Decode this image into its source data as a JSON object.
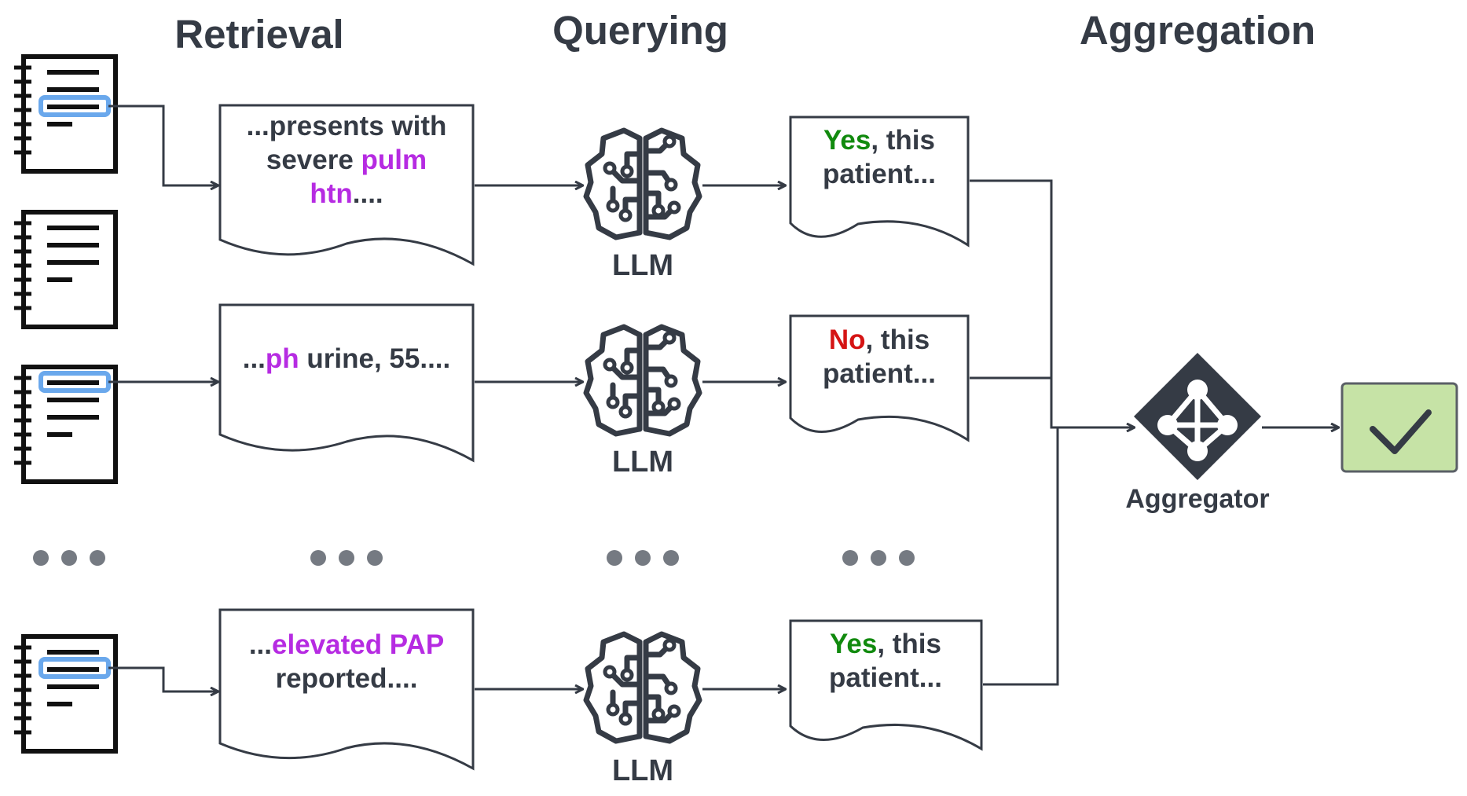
{
  "stages": {
    "retrieval": "Retrieval",
    "querying": "Querying",
    "aggregation": "Aggregation"
  },
  "rows": [
    {
      "snippet": [
        [
          {
            "t": "...presents with",
            "hl": false
          }
        ],
        [
          {
            "t": "severe ",
            "hl": false
          },
          {
            "t": "pulm",
            "hl": true
          }
        ],
        [
          {
            "t": "htn",
            "hl": true
          },
          {
            "t": "....",
            "hl": false
          }
        ]
      ],
      "llm_label": "LLM",
      "answer": {
        "verdict": "Yes",
        "rest": ", this",
        "line2": "patient...",
        "color": "#118a0e"
      }
    },
    {
      "snippet": [
        [
          {
            "t": "...",
            "hl": false
          },
          {
            "t": "ph",
            "hl": true
          },
          {
            "t": " urine, 55....",
            "hl": false
          }
        ]
      ],
      "llm_label": "LLM",
      "answer": {
        "verdict": "No",
        "rest": ", this",
        "line2": "patient...",
        "color": "#d51414"
      }
    },
    {
      "snippet": [
        [
          {
            "t": "...",
            "hl": false
          },
          {
            "t": "elevated PAP",
            "hl": true
          }
        ],
        [
          {
            "t": "reported....",
            "hl": false
          }
        ]
      ],
      "llm_label": "LLM",
      "answer": {
        "verdict": "Yes",
        "rest": ", this",
        "line2": "patient...",
        "color": "#118a0e"
      }
    }
  ],
  "aggregator_label": "Aggregator",
  "colors": {
    "ink": "#353b45",
    "highlight_text": "#b62be2",
    "highlight_box": "#6aa8ec",
    "result_fill": "#c6e3a6",
    "result_stroke": "#5a5f66"
  },
  "icons": {
    "notes": "notebook-icon",
    "model": "brain-circuit-icon",
    "aggregator": "network-diamond-icon",
    "result": "checkmark-icon"
  }
}
